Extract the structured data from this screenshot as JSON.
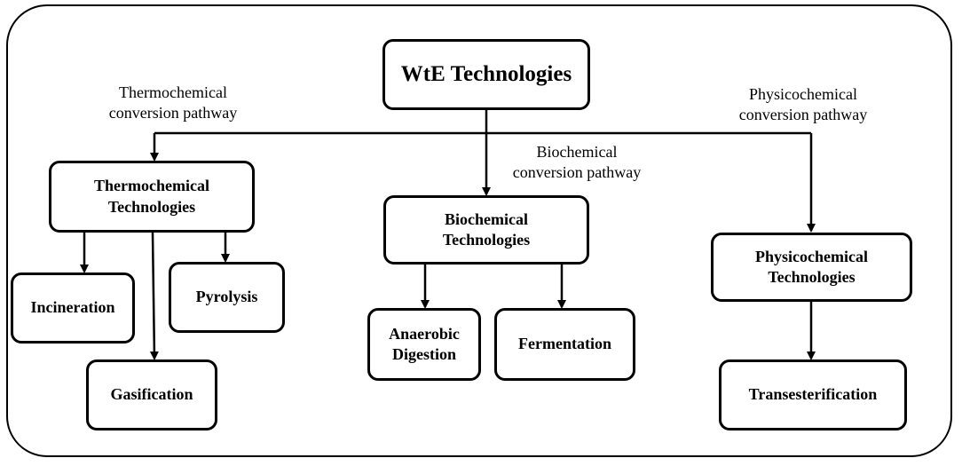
{
  "root": {
    "label": "WtE Technologies"
  },
  "pathways": {
    "thermochemical": "Thermochemical\nconversion pathway",
    "biochemical": "Biochemical\nconversion pathway",
    "physicochemical": "Physicochemical\nconversion pathway"
  },
  "categories": {
    "thermochemical": "Thermochemical\nTechnologies",
    "biochemical": "Biochemical\nTechnologies",
    "physicochemical": "Physicochemical\nTechnologies"
  },
  "processes": {
    "incineration": "Incineration",
    "pyrolysis": "Pyrolysis",
    "gasification": "Gasification",
    "anaerobic_digestion": "Anaerobic\nDigestion",
    "fermentation": "Fermentation",
    "transesterification": "Transesterification"
  }
}
